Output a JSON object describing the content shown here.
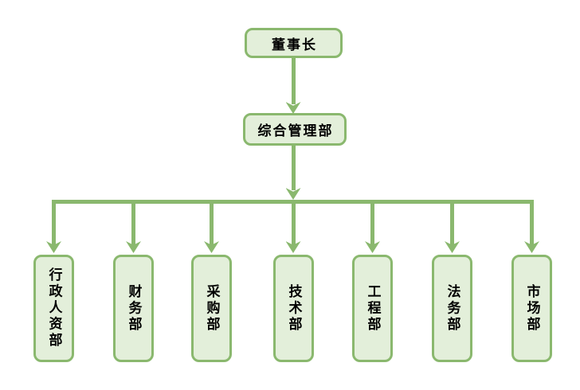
{
  "diagram": {
    "type": "org-chart",
    "root": {
      "label": "董事长"
    },
    "middle": {
      "label": "综合管理部"
    },
    "departments": [
      {
        "label": "行政人资部"
      },
      {
        "label": "财务部"
      },
      {
        "label": "采购部"
      },
      {
        "label": "技术部"
      },
      {
        "label": "工程部"
      },
      {
        "label": "法务部"
      },
      {
        "label": "市场部"
      }
    ],
    "colors": {
      "node_fill": "#E3EFDA",
      "node_border": "#8AB86E",
      "connector": "#8AB86E",
      "text": "#000000",
      "background": "#FFFFFF"
    }
  }
}
